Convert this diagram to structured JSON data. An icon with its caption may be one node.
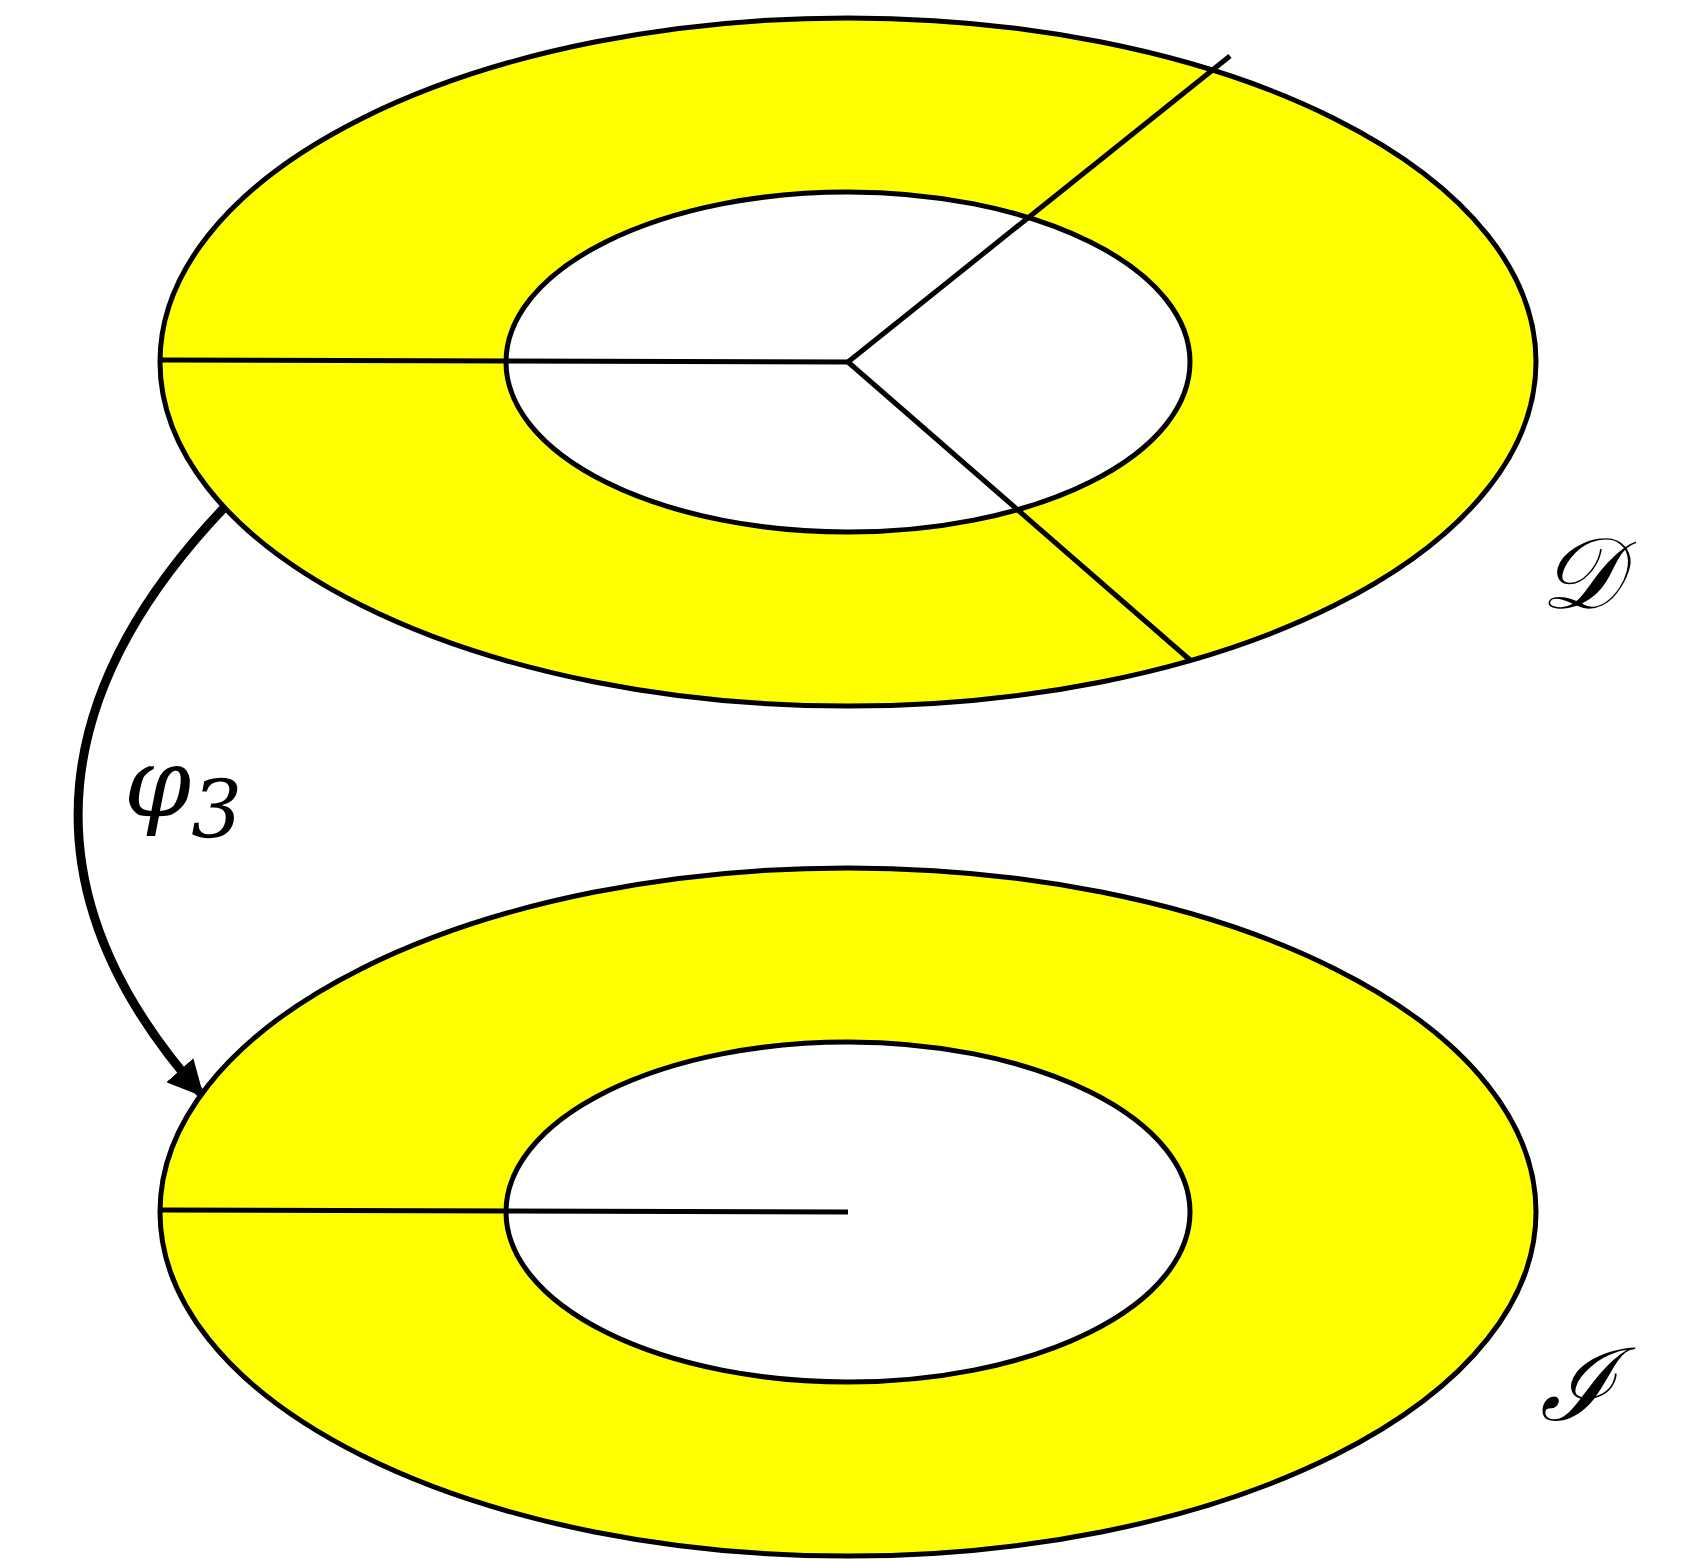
{
  "diagram": {
    "nodes": [
      {
        "text": [],
        "shape": "ring",
        "beside": [
          "𝒟"
        ]
      },
      {
        "text": [],
        "shape": "ring",
        "beside": [
          "ℐ"
        ]
      }
    ],
    "edges": [
      {
        "from": 0,
        "to": 1,
        "arrow": "to",
        "label": "φ$_{3}$"
      }
    ]
  }
}
